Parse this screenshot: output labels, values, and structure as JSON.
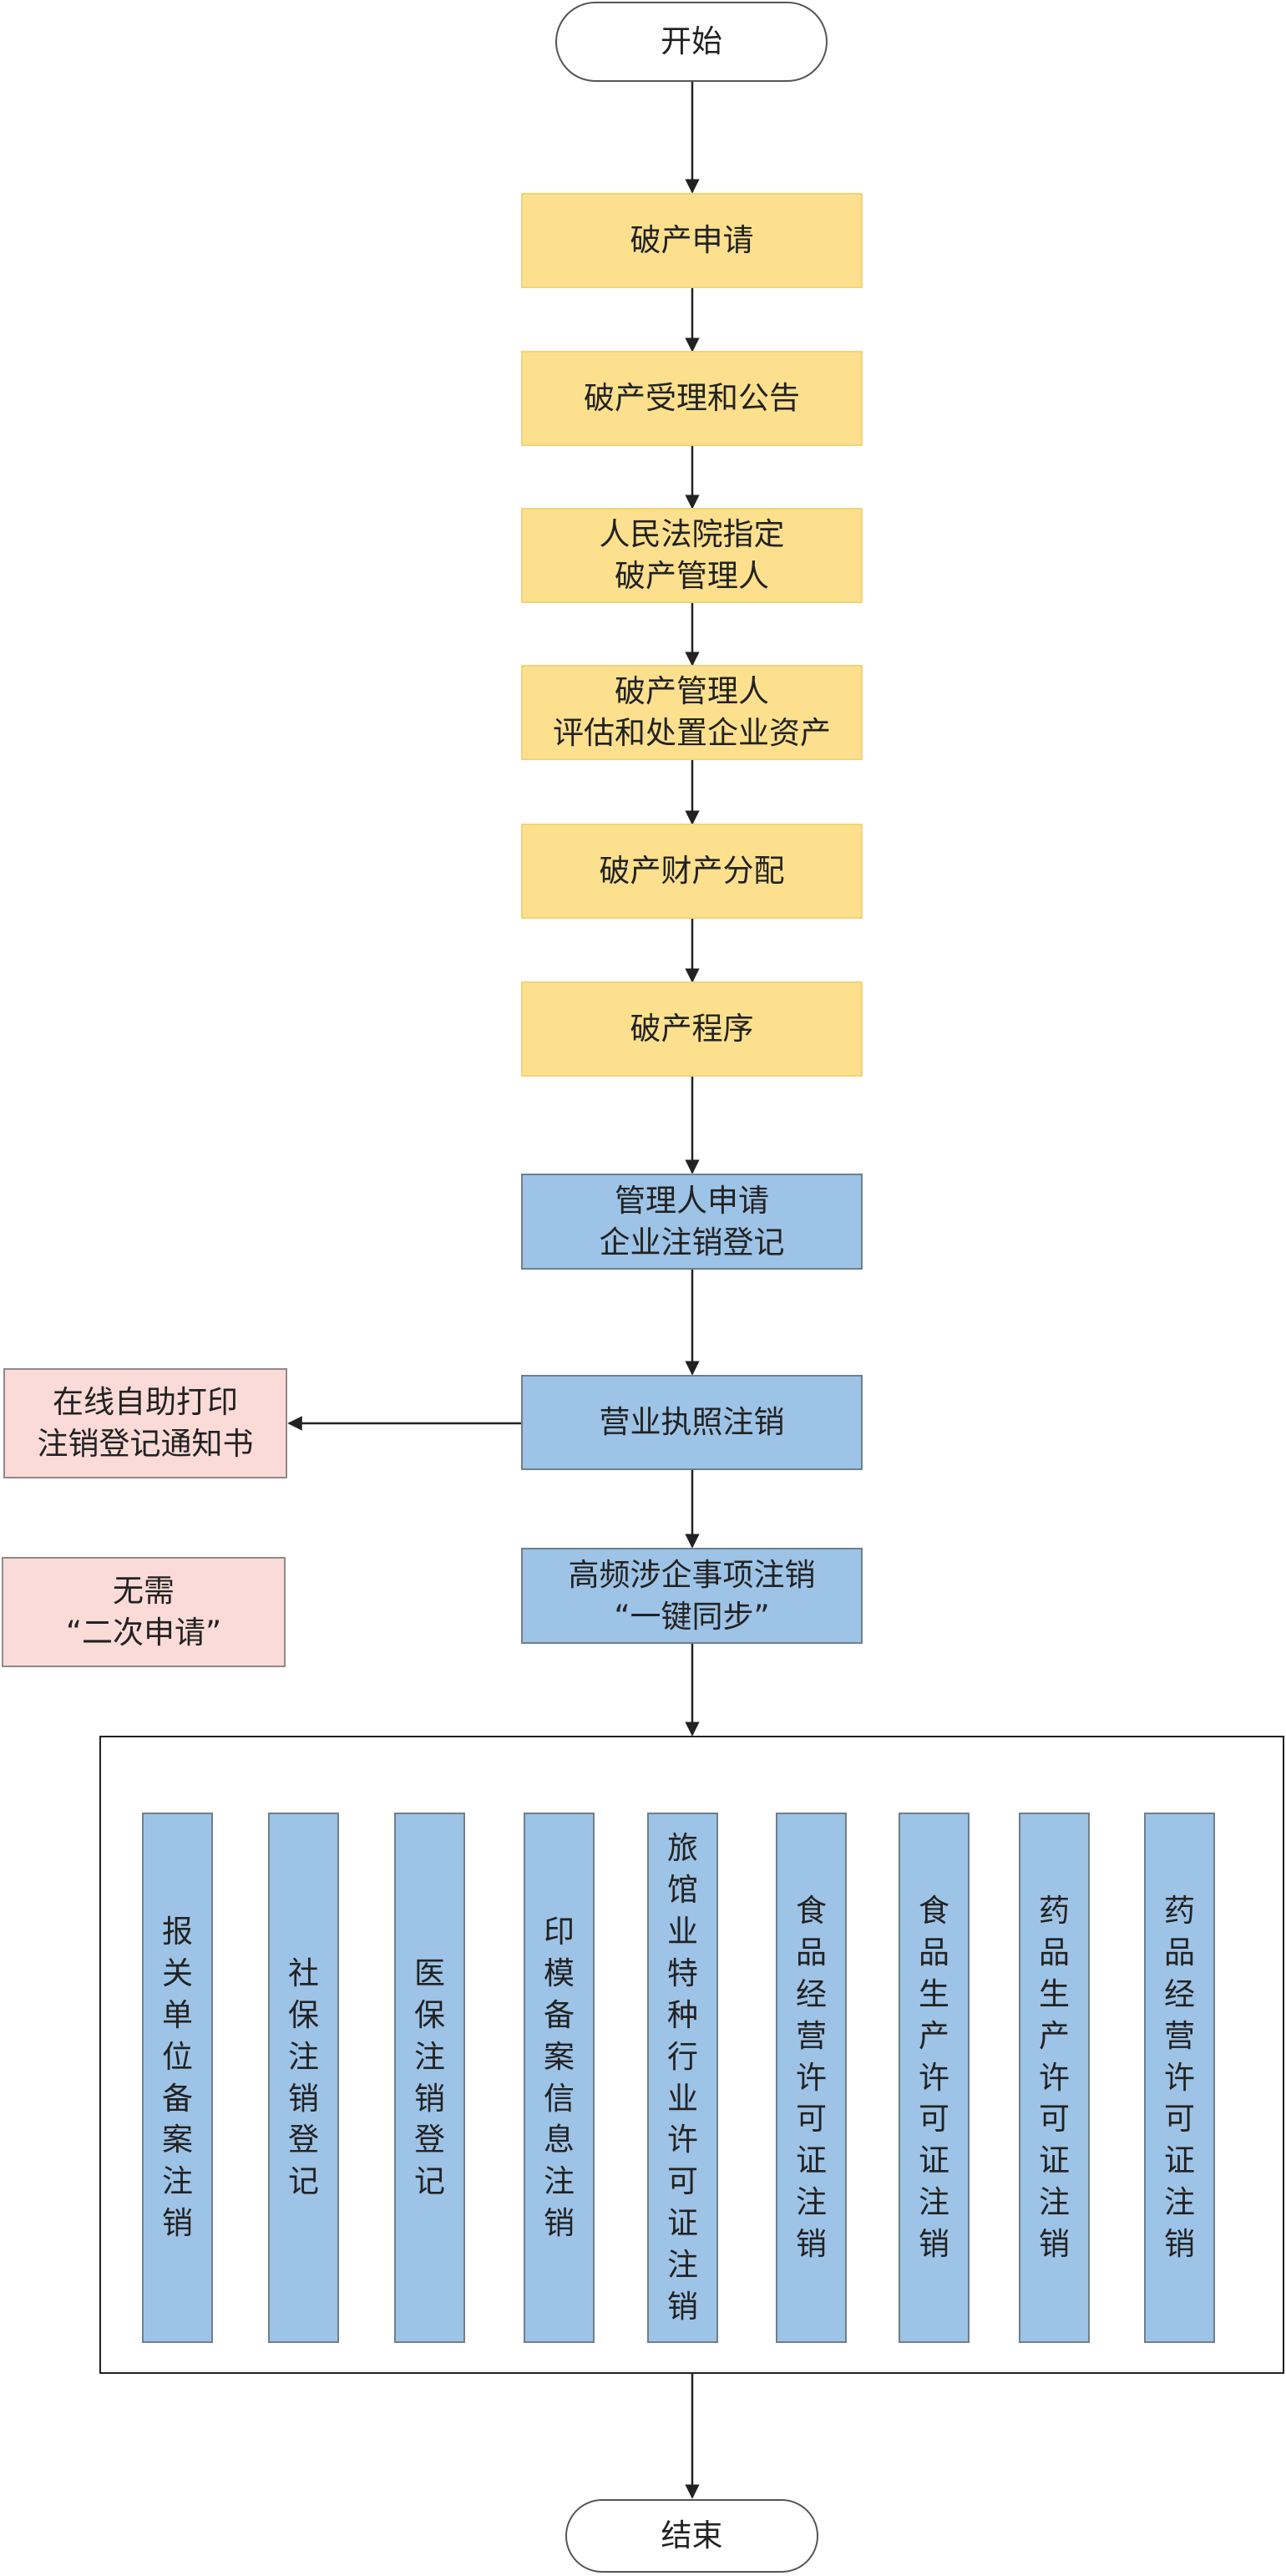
{
  "flow": {
    "start": "开始",
    "steps": [
      "破产申请",
      "破产受理和公告",
      "人民法院指定\n破产管理人",
      "破产管理人\n评估和处置企业资产",
      "破产财产分配",
      "破产程序"
    ],
    "apply_cancel": "管理人申请\n企业注销登记",
    "license_cancel": "营业执照注销",
    "side_print": "在线自助打印\n注销登记通知书",
    "sync": "高频涉企事项注销\n“一键同步”",
    "side_no_reapply": "无需\n“二次申请”",
    "items": [
      "报关单位备案注销",
      "社保注销登记",
      "医保注销登记",
      "印模备案信息注销",
      "旅馆业特种行业许可证注销",
      "食品经营许可证注销",
      "食品生产许可证注销",
      "药品生产许可证注销",
      "药品经营许可证注销"
    ],
    "end": "结束"
  },
  "colors": {
    "yellow": "#fce08e",
    "blue": "#9dc3e6",
    "pink": "#fadbd8"
  }
}
